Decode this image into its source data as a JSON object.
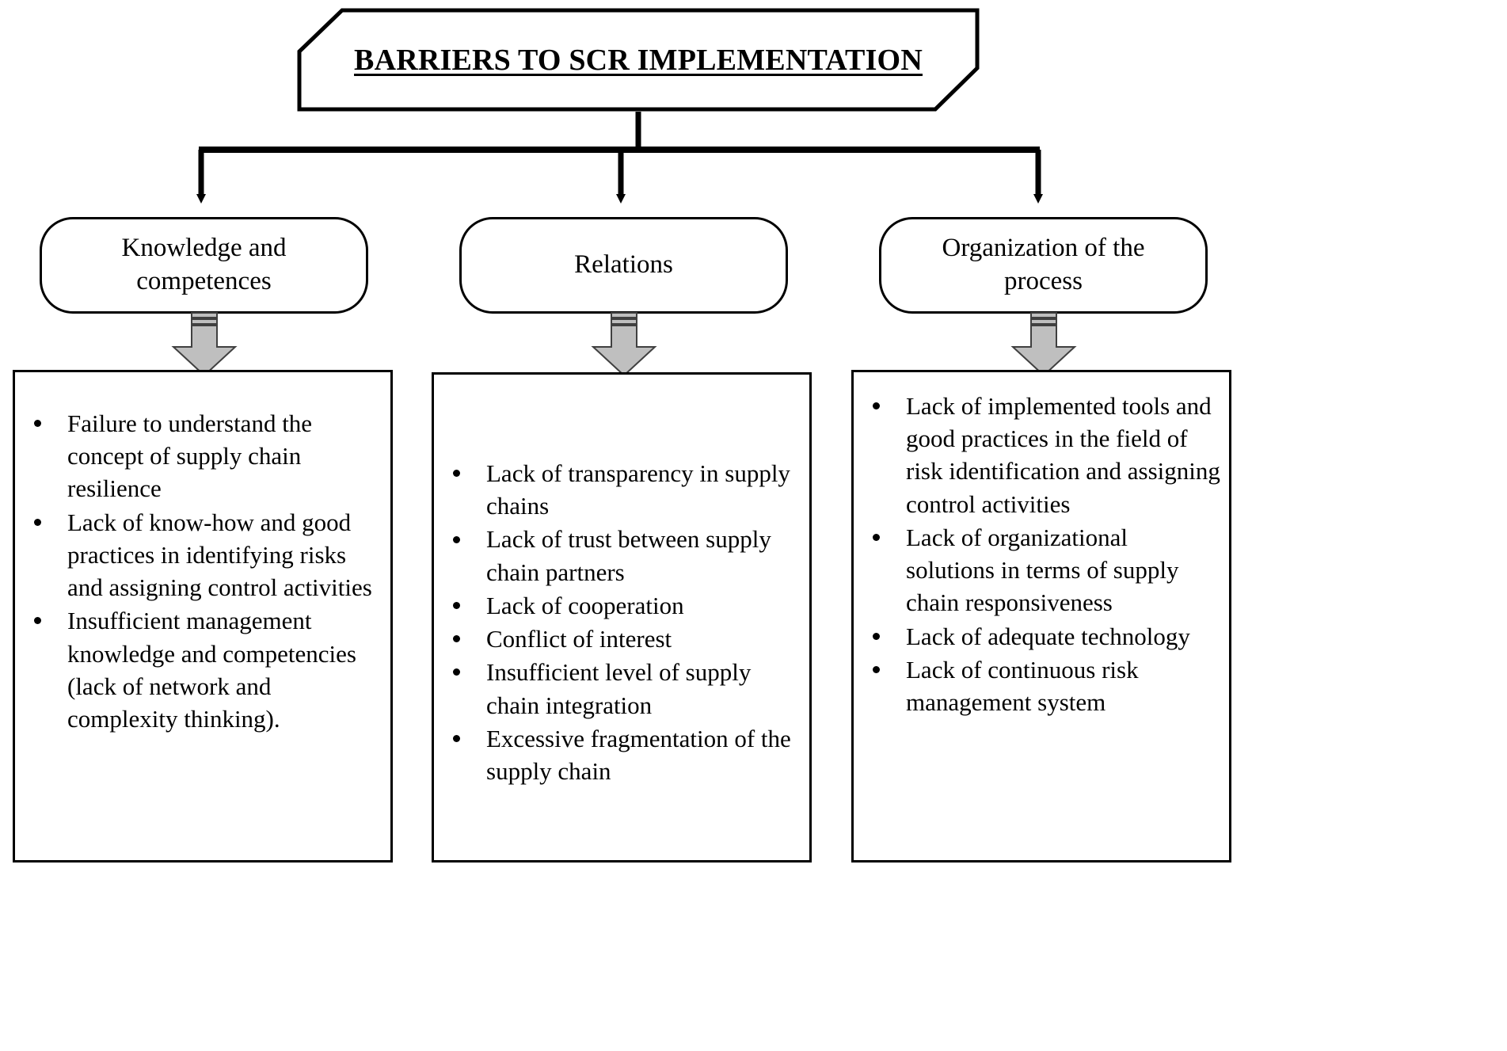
{
  "title": {
    "text": "BARRIERS TO SCR IMPLEMENTATION"
  },
  "categories": [
    {
      "id": "knowledge-and-competences",
      "label": "Knowledge and competences"
    },
    {
      "id": "relations",
      "label": "Relations"
    },
    {
      "id": "organization-of-the-process",
      "label": "Organization of the process"
    }
  ],
  "columns": [
    {
      "id": "knowledge-and-competences-barriers",
      "items": [
        "Failure to understand the concept of supply chain resilience",
        "Lack of know-how and good practices in identifying risks and assigning control activities",
        "Insufficient management knowledge and competencies (lack of network and complexity thinking)."
      ]
    },
    {
      "id": "relations-barriers",
      "items": [
        "Lack of transparency in supply chains",
        "Lack of trust between supply chain partners",
        "Lack of cooperation",
        "Conflict of interest",
        "Insufficient level of supply chain integration",
        "Excessive fragmentation of the supply chain"
      ]
    },
    {
      "id": "organization-of-the-process-barriers",
      "items": [
        "Lack of implemented tools and good practices in the field of risk identification and assigning control activities",
        "Lack of organizational solutions in terms of supply chain responsiveness",
        "Lack of adequate technology",
        "Lack of continuous risk management system"
      ]
    }
  ],
  "colors": {
    "line": "#000000",
    "arrow_fill": "#BFBFBF",
    "arrow_stroke": "#404040",
    "background": "#FFFFFF"
  }
}
